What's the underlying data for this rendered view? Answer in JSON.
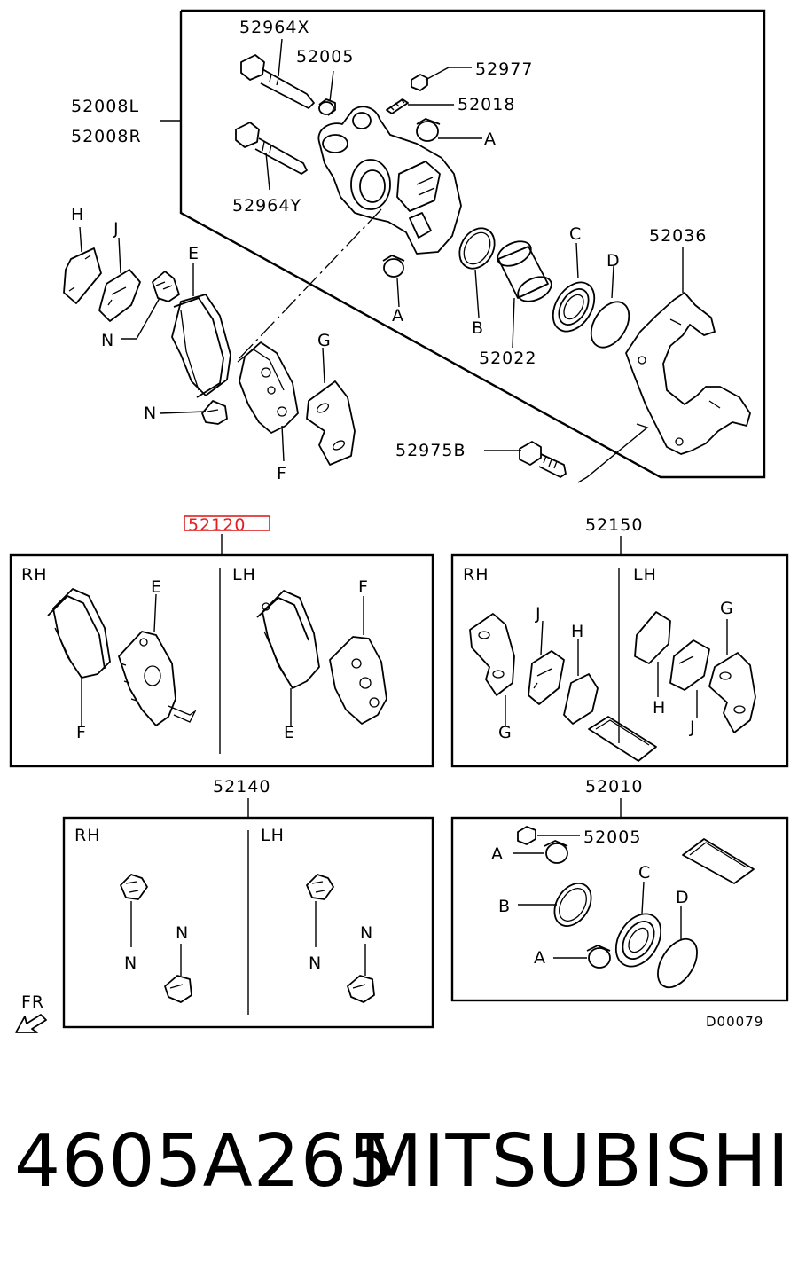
{
  "diagram": {
    "top_labels": {
      "l52964X": "52964X",
      "l52005": "52005",
      "l52977": "52977",
      "l52018": "52018",
      "l52008L": "52008L",
      "l52008R": "52008R",
      "lA1": "A",
      "l52964Y": "52964Y",
      "lH": "H",
      "lJ": "J",
      "lE": "E",
      "lC": "C",
      "lD": "D",
      "l52036": "52036",
      "lN1": "N",
      "lA2": "A",
      "lB": "B",
      "l52022": "52022",
      "lG": "G",
      "lN2": "N",
      "lF": "F",
      "l52975B": "52975B"
    },
    "kit_52120": {
      "title": "52120",
      "rh": "RH",
      "lh": "LH",
      "e1": "E",
      "f1": "F",
      "f2": "F",
      "e2": "E"
    },
    "kit_52150": {
      "title": "52150",
      "rh": "RH",
      "lh": "LH",
      "j1": "J",
      "h1": "H",
      "g1": "G",
      "g2": "G",
      "h2": "H",
      "j2": "J"
    },
    "kit_52140": {
      "title": "52140",
      "rh": "RH",
      "lh": "LH",
      "n1": "N",
      "n2": "N",
      "n3": "N",
      "n4": "N"
    },
    "kit_52010": {
      "title": "52010",
      "l52005": "52005",
      "a1": "A",
      "b": "B",
      "c": "C",
      "d": "D",
      "a2": "A"
    },
    "fr_label": "FR",
    "drawing_code": "D00079",
    "highlight_color": "#e0201f"
  },
  "caption": {
    "part_number": "4605A265",
    "brand": "MITSUBISHI"
  }
}
